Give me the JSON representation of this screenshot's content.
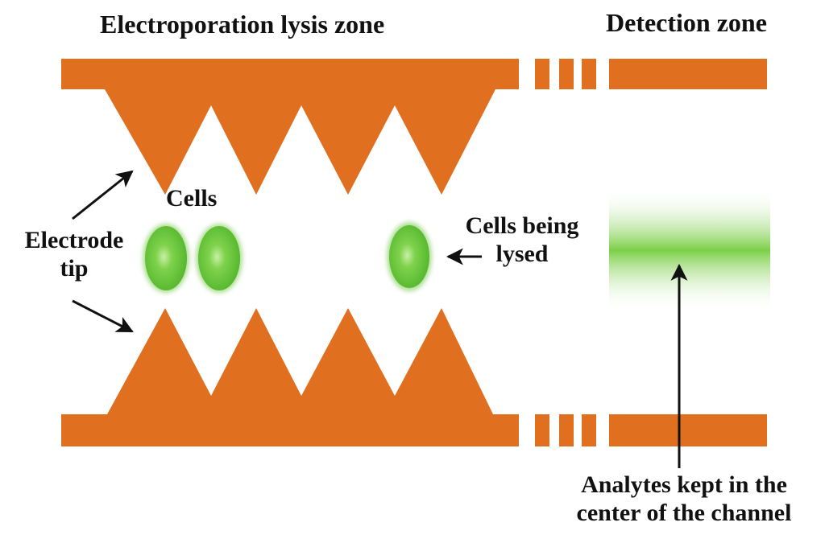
{
  "labels": {
    "lysis_zone": "Electroporation lysis zone",
    "detection_zone": "Detection zone",
    "cells": "Cells",
    "electrode_tip_line1": "Electrode",
    "electrode_tip_line2": "tip",
    "cells_being_lysed_line1": "Cells being",
    "cells_being_lysed_line2": "lysed",
    "analytes_line1": "Analytes kept in the",
    "analytes_line2": "center of the channel"
  },
  "colors": {
    "electrode": "#e07020",
    "cell": "#6cc63c",
    "analyte_band": "#7ccf48",
    "text": "#111111",
    "arrow": "#111111"
  }
}
